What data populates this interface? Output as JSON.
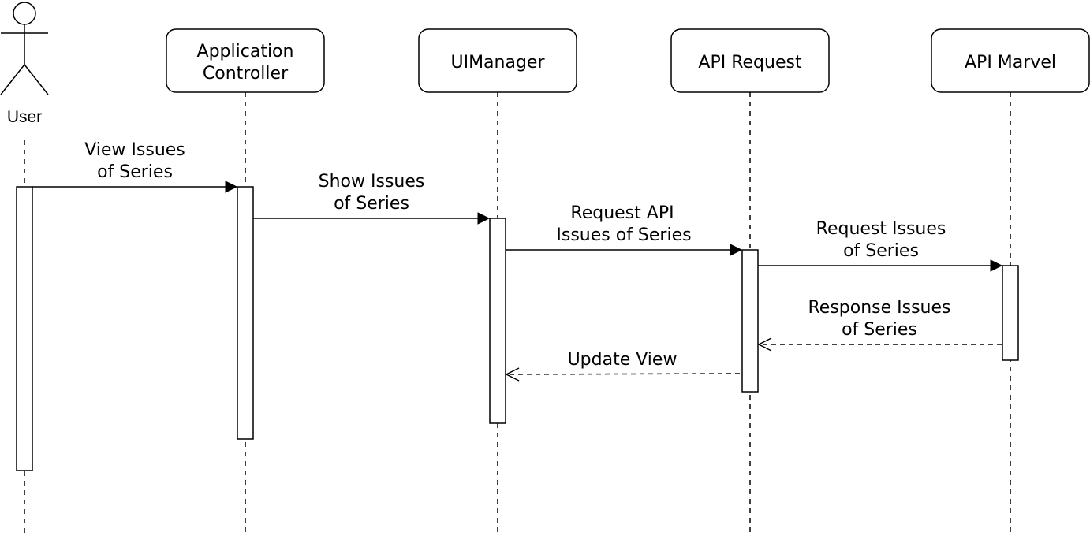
{
  "actor": {
    "label": "User"
  },
  "participants": [
    {
      "id": "app",
      "label_lines": [
        "Application",
        "Controller"
      ]
    },
    {
      "id": "ui",
      "label_lines": [
        "UIManager"
      ]
    },
    {
      "id": "apireq",
      "label_lines": [
        "API Request"
      ]
    },
    {
      "id": "marvel",
      "label_lines": [
        "API Marvel"
      ]
    }
  ],
  "messages": [
    {
      "id": "m1",
      "from": "user",
      "to": "app",
      "style": "sync",
      "label_lines": [
        "View Issues",
        "of Series"
      ]
    },
    {
      "id": "m2",
      "from": "app",
      "to": "ui",
      "style": "sync",
      "label_lines": [
        "Show Issues",
        "of Series"
      ]
    },
    {
      "id": "m3",
      "from": "ui",
      "to": "apireq",
      "style": "sync",
      "label_lines": [
        "Request API",
        "Issues of Series"
      ]
    },
    {
      "id": "m4",
      "from": "apireq",
      "to": "marvel",
      "style": "sync",
      "label_lines": [
        "Request Issues",
        "of Series"
      ]
    },
    {
      "id": "m5",
      "from": "marvel",
      "to": "apireq",
      "style": "return",
      "label_lines": [
        "Response Issues",
        "of Series"
      ]
    },
    {
      "id": "m6",
      "from": "apireq",
      "to": "ui",
      "style": "return",
      "label_lines": [
        "Update View"
      ]
    }
  ],
  "colors": {
    "stroke": "#000000",
    "fill": "#ffffff"
  }
}
